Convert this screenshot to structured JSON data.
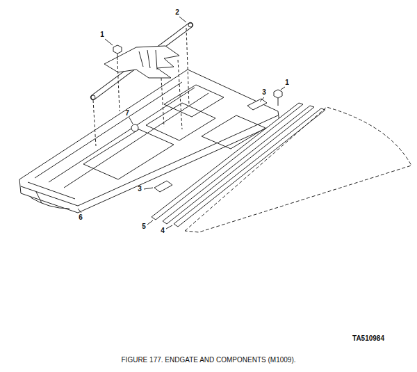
{
  "diagram": {
    "caption": "FIGURE 177. ENDGATE AND COMPONENTS (M1009).",
    "labels": [
      "2",
      "1",
      "1",
      "3",
      "7",
      "3",
      "6",
      "5",
      "4",
      "TA510984"
    ]
  }
}
